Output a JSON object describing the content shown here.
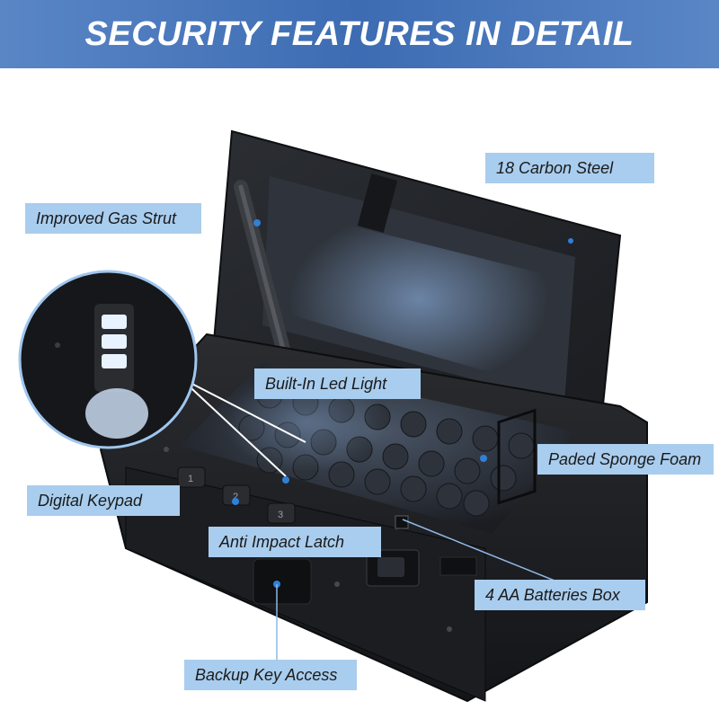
{
  "header": {
    "title": "SECURITY FEATURES IN DETAIL"
  },
  "callouts": {
    "carbon_steel": "18 Carbon Steel",
    "gas_strut": "Improved Gas Strut",
    "led_light": "Built-In Led Light",
    "sponge_foam": "Paded Sponge Foam",
    "keypad": "Digital Keypad",
    "latch": "Anti Impact Latch",
    "batteries": "4 AA Batteries Box",
    "key_access": "Backup Key Access"
  },
  "keypad_digits": [
    "1",
    "2",
    "3"
  ],
  "colors": {
    "banner": "#4a78bd",
    "label_bg": "#a9cdee",
    "pointer": "#2f80d8",
    "safe_body": "#222222"
  }
}
